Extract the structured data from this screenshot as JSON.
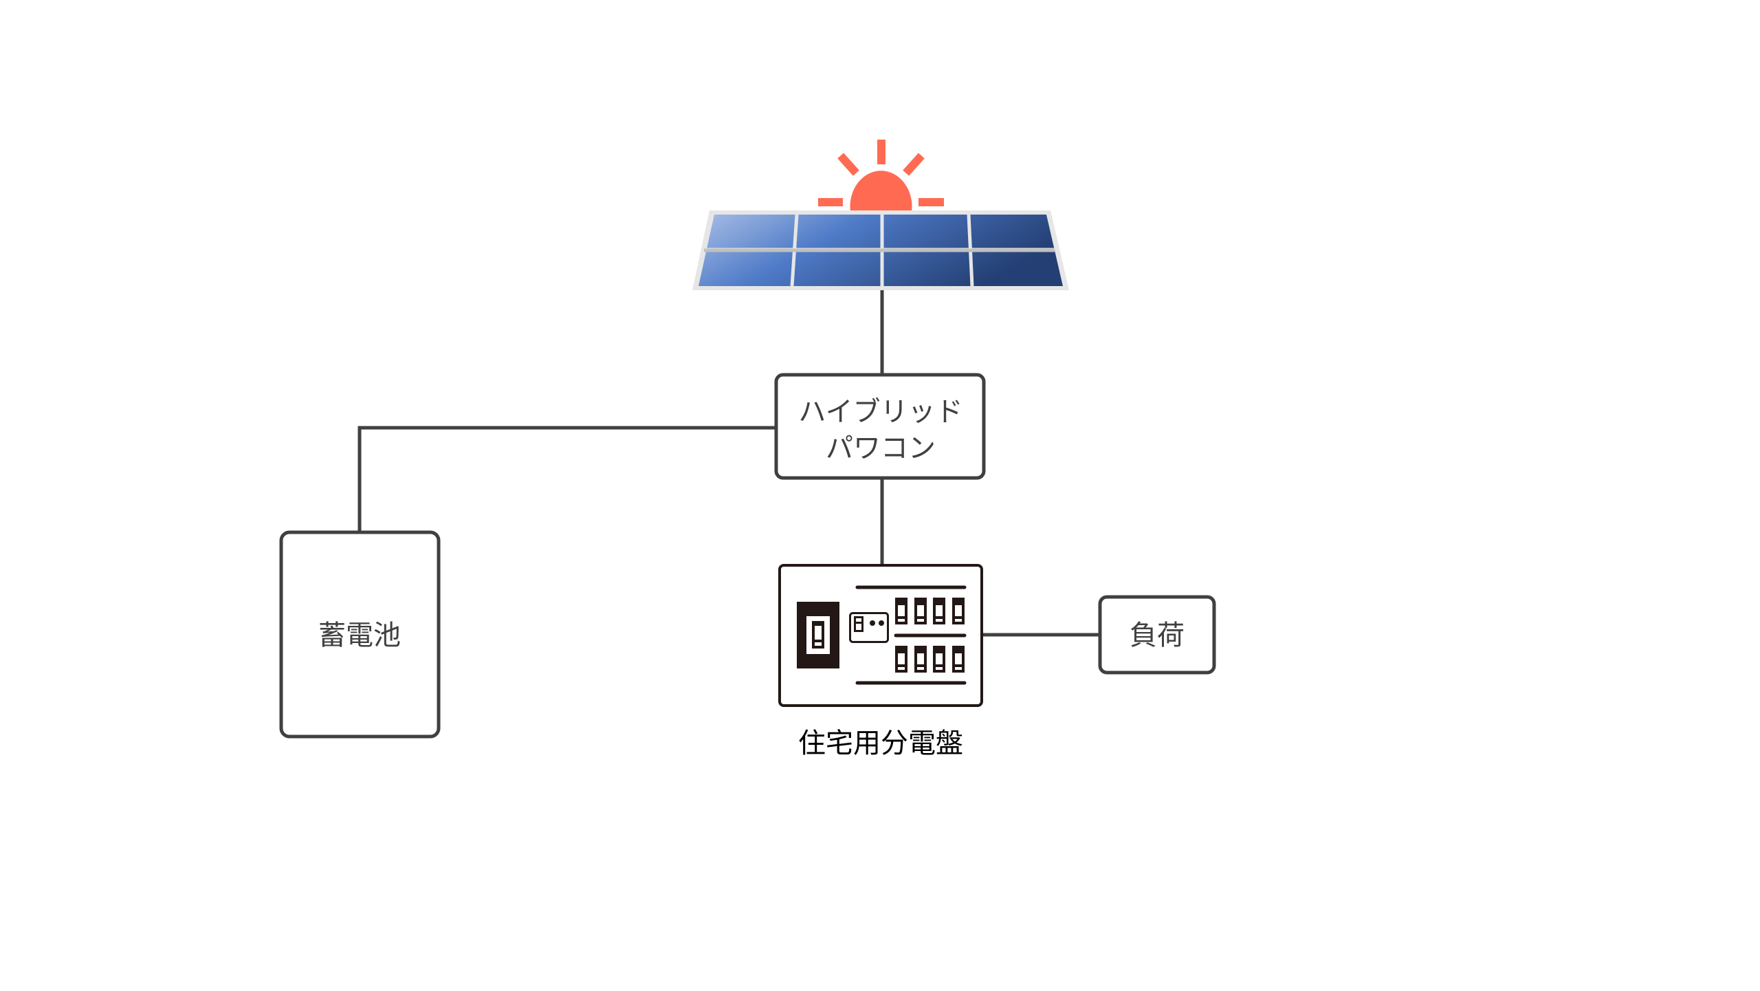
{
  "diagram": {
    "nodes": {
      "solar_panel": {
        "icon": "solar-panel-icon"
      },
      "sun": {
        "icon": "sun-icon",
        "color": "#FF6B52"
      },
      "power_conditioner": {
        "line1": "ハイブリッド",
        "line2": "パワコン"
      },
      "battery": {
        "label": "蓄電池"
      },
      "distribution_board": {
        "label": "住宅用分電盤",
        "icon": "distribution-board-icon"
      },
      "load": {
        "label": "負荷"
      }
    },
    "connections": [
      {
        "from": "solar_panel",
        "to": "power_conditioner"
      },
      {
        "from": "power_conditioner",
        "to": "battery"
      },
      {
        "from": "power_conditioner",
        "to": "distribution_board"
      },
      {
        "from": "distribution_board",
        "to": "load"
      }
    ],
    "colors": {
      "line": "#404040",
      "sun": "#FF6B52",
      "panel_light": "#A8BEE6",
      "panel_mid": "#4E7AC7",
      "panel_dark": "#243F74",
      "panel_frame": "#E6E6E6",
      "board": "#231815"
    }
  }
}
